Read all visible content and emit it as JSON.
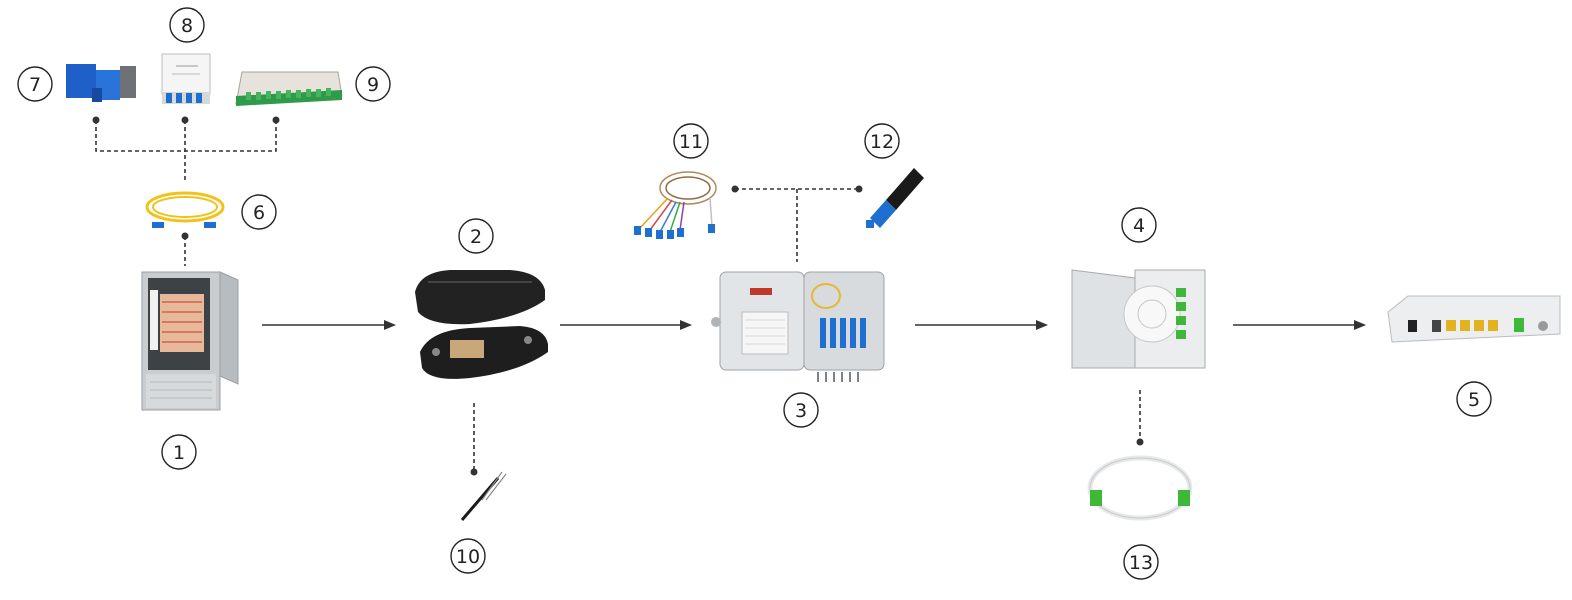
{
  "diagram": {
    "colors": {
      "line": "#333333",
      "arrow": "#333333",
      "cable_yellow": "#f2c21b",
      "connector_blue": "#1f6fd0",
      "connector_green": "#3fb83a",
      "cabinet_grey": "#c9cdd0",
      "closure_black": "#1e1e1e",
      "box_grey": "#dfe2e4",
      "router_white": "#eceef0"
    },
    "labels": {
      "n1": "1",
      "n2": "2",
      "n3": "3",
      "n4": "4",
      "n5": "5",
      "n6": "6",
      "n7": "7",
      "n8": "8",
      "n9": "9",
      "n10": "10",
      "n11": "11",
      "n12": "12",
      "n13": "13"
    },
    "icons": {
      "cabinet": "fiber-distribution-cabinet-icon",
      "closure": "splice-closure-icon",
      "terminal_box": "fiber-terminal-box-icon",
      "faceplate": "wall-faceplate-icon",
      "ont": "ont-router-icon",
      "patch_cord": "patch-cord-icon",
      "adapter": "sc-adapter-icon",
      "splitter": "plc-splitter-icon",
      "patch_panel": "patch-panel-icon",
      "drop_cable": "drop-cable-icon",
      "pigtail": "pigtail-icon",
      "fast_connector": "fast-connector-icon",
      "apc_patch_cord": "apc-patch-cord-icon"
    }
  }
}
